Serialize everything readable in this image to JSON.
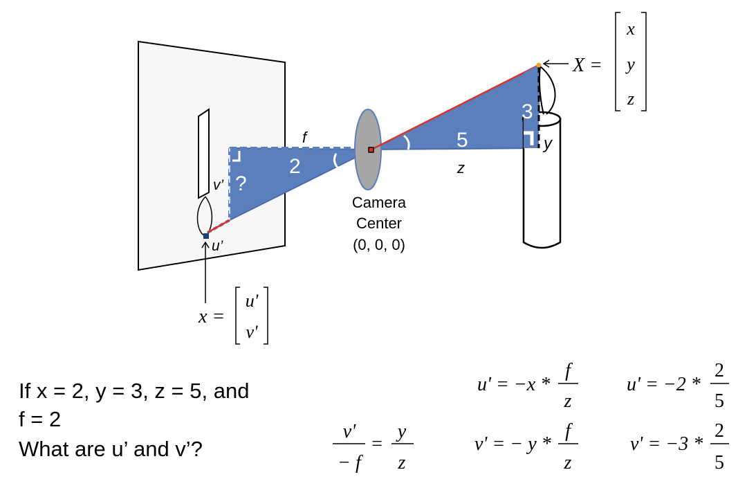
{
  "labels": {
    "f": "f",
    "z": "z",
    "y_side": "y",
    "v_prime": "v’",
    "u_prime": "u’",
    "two": "2",
    "five": "5",
    "three": "3",
    "question": "?",
    "camera_center_1": "Camera",
    "camera_center_2": "Center",
    "camera_center_3": "(0, 0, 0)"
  },
  "world_point": {
    "lhs": "X =",
    "entries": [
      "x",
      "y",
      "z"
    ]
  },
  "image_point": {
    "lhs": "x =",
    "entries": [
      "u'",
      "v'"
    ]
  },
  "question_text": {
    "line1": "If x = 2, y = 3, z = 5, and",
    "line2": "f = 2",
    "line3": "What are u’ and v’?"
  },
  "equations": {
    "ratio": {
      "num_left": "v'",
      "den_left": "− f",
      "eq": "=",
      "num_right": "y",
      "den_right": "z"
    },
    "u_general": {
      "lhs": "u' = −x *",
      "num": "f",
      "den": "z"
    },
    "v_general": {
      "lhs": "v' = − y *",
      "num": "f",
      "den": "z"
    },
    "u_numeric": {
      "lhs": "u' = −2 *",
      "num": "2",
      "den": "5"
    },
    "v_numeric": {
      "lhs": "v' = −3 *",
      "num": "2",
      "den": "5"
    }
  },
  "colors": {
    "triangle_fill": "#5b7fbc",
    "triangle_edge": "#4a6aa8",
    "ray": "#d8322a",
    "lens": "#a6a6a6",
    "point_world": "#f0a030",
    "point_image": "#1f3f7a"
  }
}
